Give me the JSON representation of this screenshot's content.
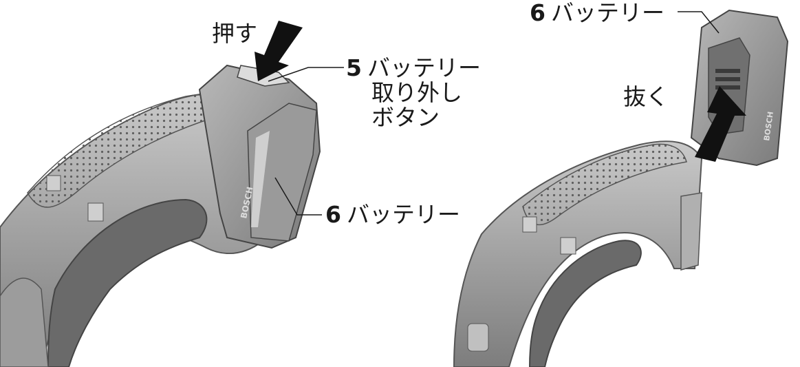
{
  "left_figure": {
    "action_label": "押す",
    "callout_release": {
      "number": "5",
      "line1": "バッテリー",
      "line2": "取り外し",
      "line3": "ボタン"
    },
    "callout_battery": {
      "number": "6",
      "text": "バッテリー"
    },
    "brand_text": "BOSCH"
  },
  "right_figure": {
    "action_label": "抜く",
    "callout_battery": {
      "number": "6",
      "text": "バッテリー"
    },
    "brand_text": "BOSCH"
  },
  "colors": {
    "tool_body": "#a8a8a8",
    "tool_dark": "#6e6e6e",
    "grip": "#8a8a8a",
    "battery": "#9a9a9a",
    "arrow": "#111111",
    "text": "#1a1a1a"
  },
  "icons": [
    "press-arrow-icon",
    "pull-arrow-icon"
  ]
}
